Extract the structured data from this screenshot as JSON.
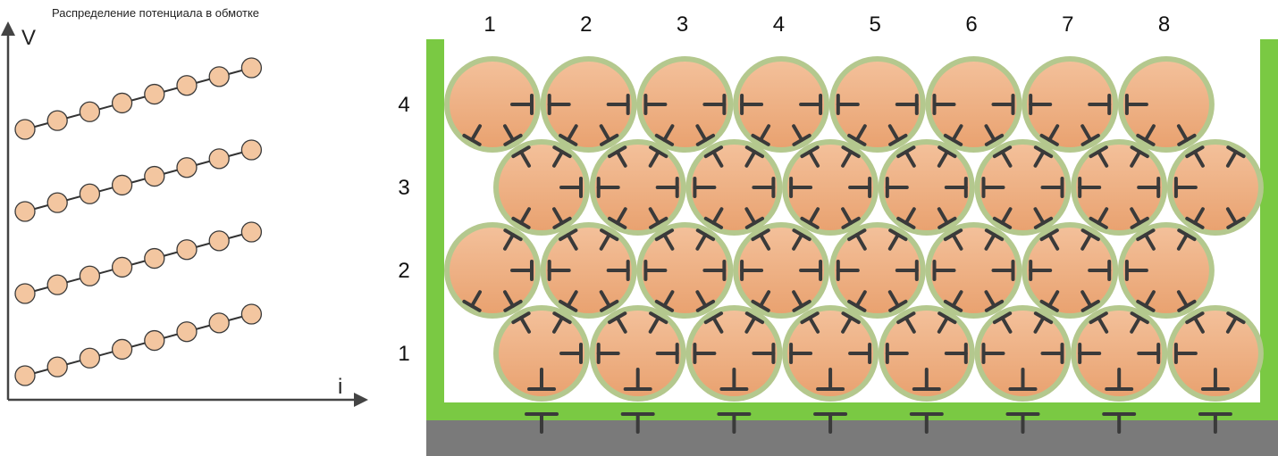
{
  "left_plot": {
    "title": "Распределение потенциала в обмотке",
    "y_axis_label": "V",
    "x_axis_label": "i",
    "lines_count": 4,
    "points_per_line": 8
  },
  "winding": {
    "column_labels": [
      "1",
      "2",
      "3",
      "4",
      "5",
      "6",
      "7",
      "8"
    ],
    "layer_labels": [
      "4",
      "3",
      "2",
      "1"
    ],
    "turns_per_layer": 8
  },
  "colors": {
    "axis": "#444444",
    "point_fill": "#f3c6a0",
    "point_stroke": "#3a3a3a",
    "conductor_fill": "#eeaa78",
    "insulation": "#b4c88e",
    "frame": "#7ac943",
    "core": "#7a7a7a",
    "capacitance_symbol": "#3a3a3a"
  }
}
